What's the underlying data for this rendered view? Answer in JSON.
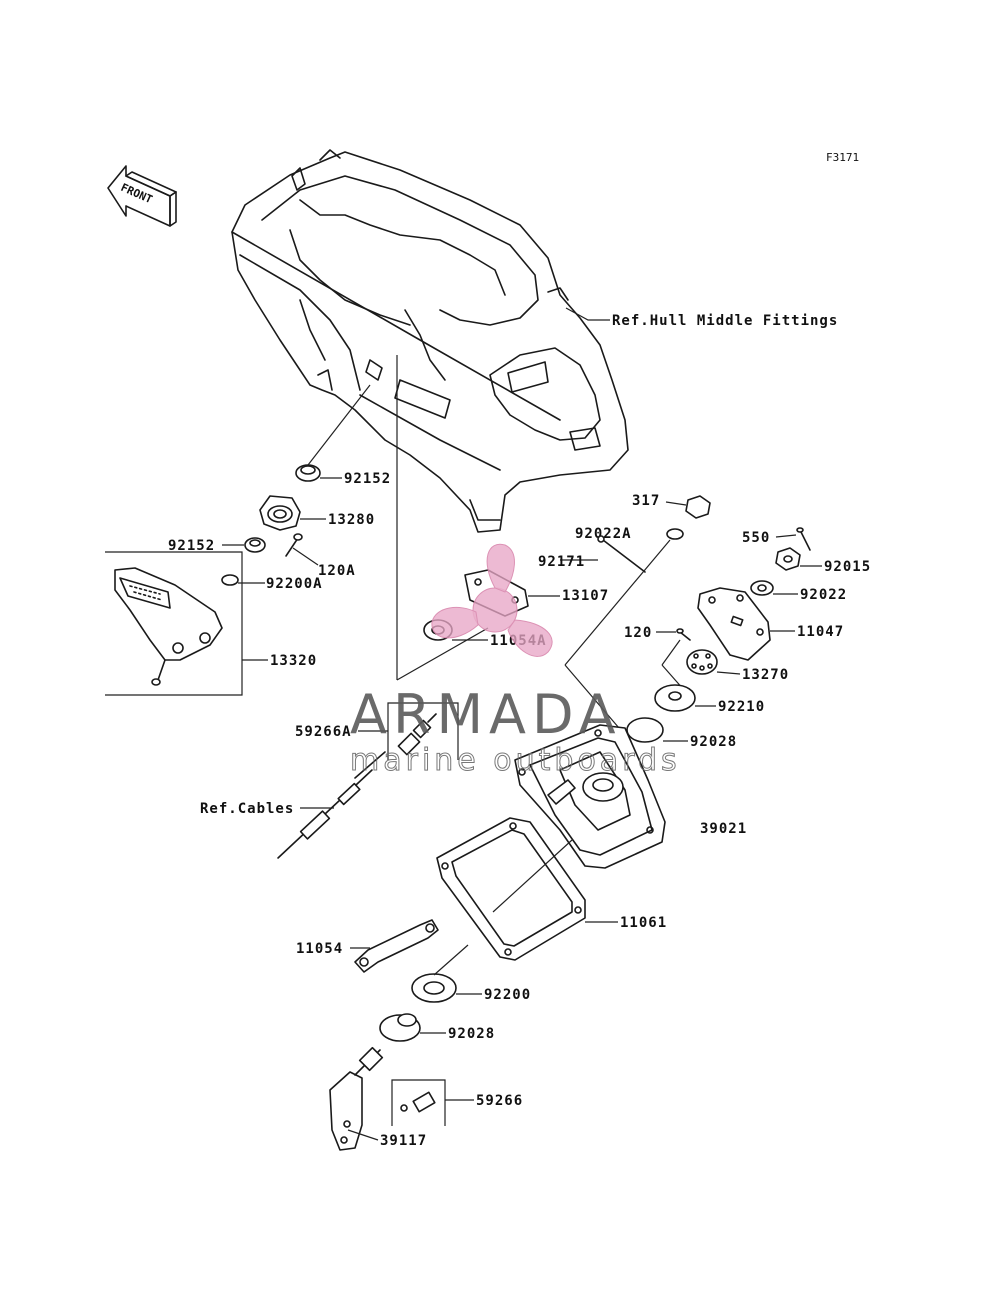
{
  "figure_code": "F3171",
  "front_label": "FRONT",
  "references": {
    "hull": "Ref.Hull Middle Fittings",
    "cables": "Ref.Cables"
  },
  "parts": {
    "p92152a": "92152",
    "p13280": "13280",
    "p92152b": "92152",
    "p120a": "120A",
    "p92200a": "92200A",
    "p13320": "13320",
    "p317": "317",
    "p92022a": "92022A",
    "p92171": "92171",
    "p13107": "13107",
    "p11054a": "11054A",
    "p550": "550",
    "p92015": "92015",
    "p92022": "92022",
    "p120": "120",
    "p11047": "11047",
    "p13270": "13270",
    "p92210": "92210",
    "p92028a": "92028",
    "p59266a": "59266A",
    "p39021": "39021",
    "p11061": "11061",
    "p11054": "11054",
    "p92200": "92200",
    "p92028b": "92028",
    "p59266": "59266",
    "p39117": "39117"
  },
  "watermark": {
    "brand": "ARMADA",
    "tagline": "marine outboards",
    "accent_color": "#e8a6c6"
  }
}
